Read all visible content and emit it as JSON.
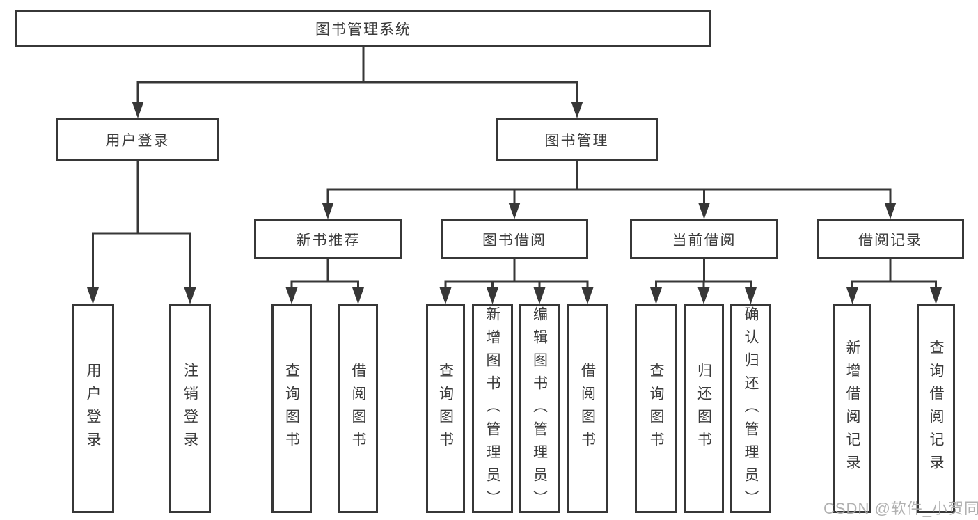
{
  "diagram": {
    "root": {
      "label": "图书管理系统"
    },
    "level2": [
      {
        "label": "用户登录"
      },
      {
        "label": "图书管理"
      }
    ],
    "level3": [
      {
        "label": "新书推荐"
      },
      {
        "label": "图书借阅"
      },
      {
        "label": "当前借阅"
      },
      {
        "label": "借阅记录"
      }
    ],
    "leaves": {
      "user_login": [
        {
          "label": "用户登录"
        },
        {
          "label": "注销登录"
        }
      ],
      "new_books": [
        {
          "label": "查询图书"
        },
        {
          "label": "借阅图书"
        }
      ],
      "book_borrow": [
        {
          "label": "查询图书"
        },
        {
          "label": "新增图书（管理员）"
        },
        {
          "label": "编辑图书（管理员）"
        },
        {
          "label": "借阅图书"
        }
      ],
      "current_borrow": [
        {
          "label": "查询图书"
        },
        {
          "label": "归还图书"
        },
        {
          "label": "确认归还（管理员）"
        }
      ],
      "borrow_records": [
        {
          "label": "新增借阅记录"
        },
        {
          "label": "查询借阅记录"
        }
      ]
    }
  },
  "watermark": "CSDN @软件_小贺同学",
  "colors": {
    "line": "#373737",
    "box_fill": "#ffffff",
    "text": "#3b3b3b",
    "watermark": "#aaaaaa"
  }
}
